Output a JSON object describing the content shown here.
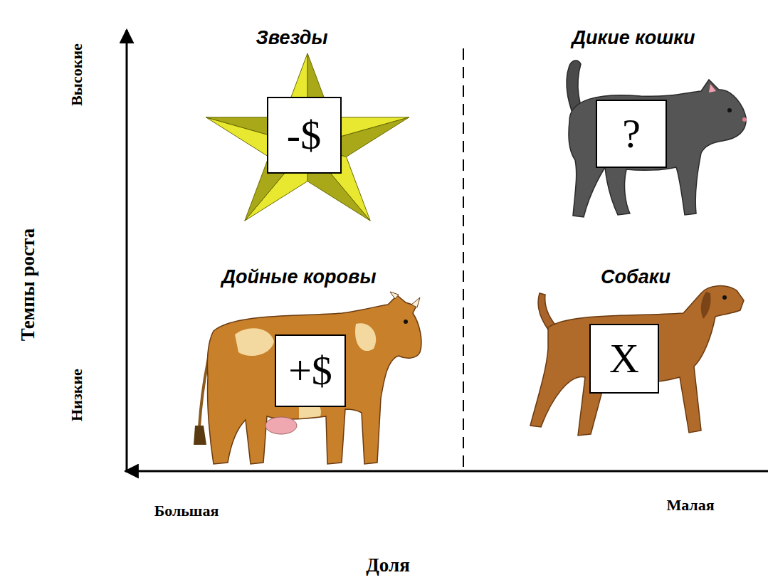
{
  "diagram": {
    "nodes": [
      {
        "text": [
          "-$"
        ]
      },
      {
        "text": [
          "?"
        ]
      },
      {
        "text": [
          "+$"
        ]
      },
      {
        "text": [
          "X"
        ]
      }
    ],
    "labels": [
      "Звезды",
      "Дикие кошки",
      "Дойные коровы",
      "Собаки",
      "Высокие",
      "Темпы роста",
      "Низкие",
      "Большая",
      "Малая",
      "Доля"
    ]
  }
}
